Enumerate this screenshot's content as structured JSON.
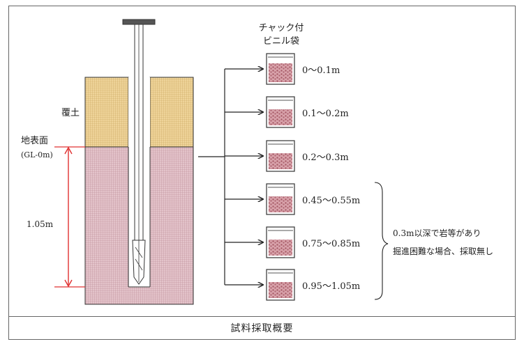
{
  "bag_header": [
    "チャック付",
    "ビニル袋"
  ],
  "labels": {
    "cover_soil": "覆土",
    "ground_surface": "地表面",
    "gl": "(GL-0m)",
    "depth": "1.05m"
  },
  "samples": [
    "0～0.1m",
    "0.1～0.2m",
    "0.2～0.3m",
    "0.45～0.55m",
    "0.75～0.85m",
    "0.95～1.05m"
  ],
  "note": [
    "0.3m以深で岩等があり",
    "掘進困難な場合、採取無し"
  ],
  "caption": "試料採取概要",
  "colors": {
    "cover_soil_fill": "#e8c98a",
    "ground_fill": "#dcb8c0",
    "depth_marker": "#e03030",
    "sample_fill": "#c98a94"
  }
}
